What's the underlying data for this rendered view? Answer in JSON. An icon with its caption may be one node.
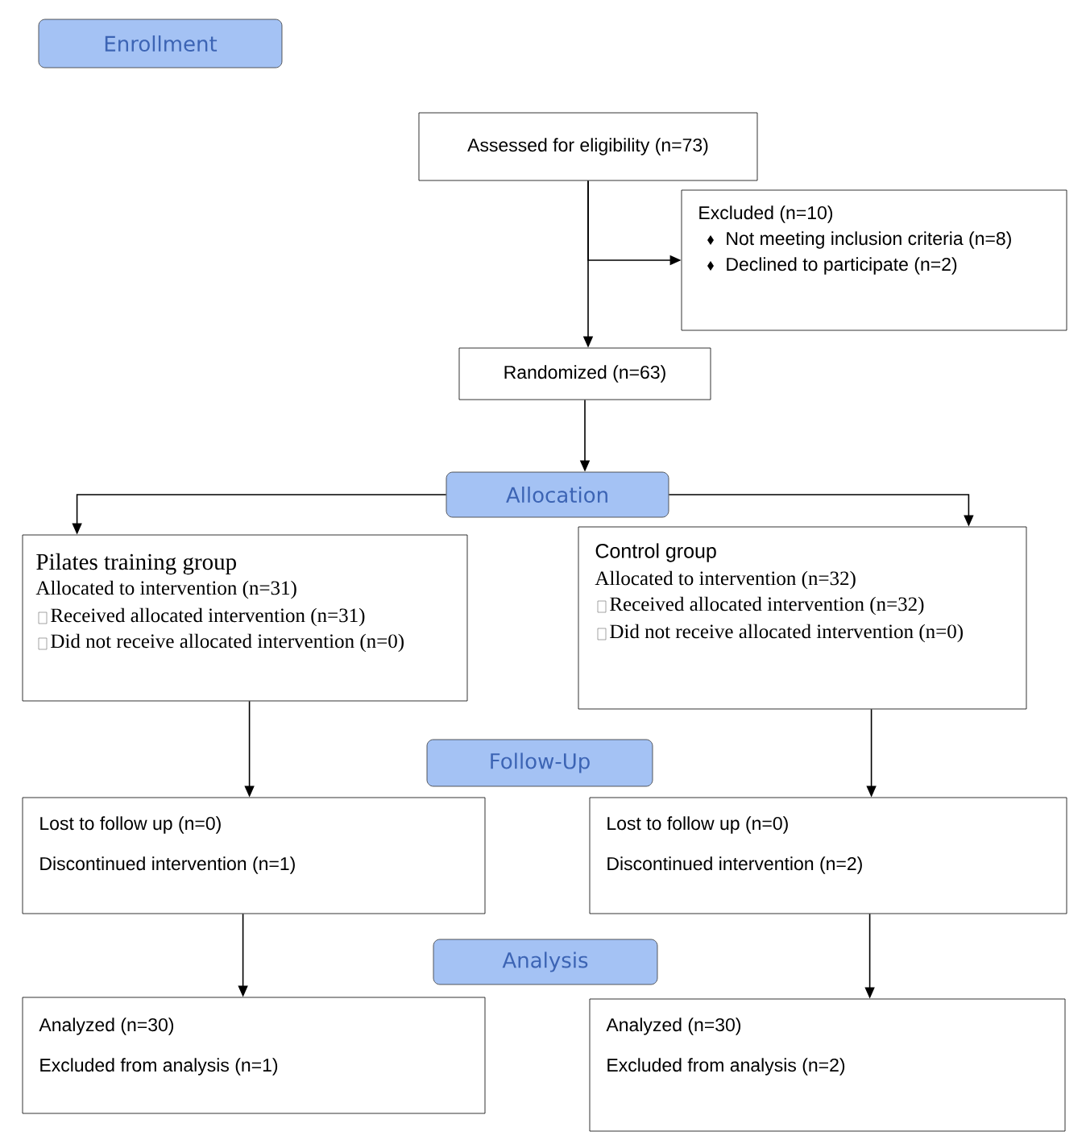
{
  "diagram": {
    "nodes": [
      {
        "text": [
          "Enrollment"
        ]
      },
      {
        "text": [
          "Assessed for eligibility (n=73)"
        ]
      },
      {
        "text": [
          "Excluded (n=10)",
          "Not meeting inclusion criteria (n=8)",
          "Declined to participate (n=2)"
        ]
      },
      {
        "text": [
          "Randomized (n=63)"
        ]
      },
      {
        "text": [
          "Allocation"
        ]
      },
      {
        "text": [
          "Pilates training group",
          "Allocated to intervention (n=31)",
          "Received allocated intervention (n=31)",
          "Did not receive allocated intervention (n=0)"
        ]
      },
      {
        "text": [
          "Control group",
          "Allocated to intervention (n=32)",
          "Received allocated intervention (n=32)",
          "Did not receive allocated intervention (n=0)"
        ]
      },
      {
        "text": [
          "Follow-Up"
        ]
      },
      {
        "text": [
          "Lost to follow up (n=0)",
          "Discontinued intervention (n=1)"
        ]
      },
      {
        "text": [
          "Lost to follow up (n=0)",
          "Discontinued intervention (n=2)"
        ]
      },
      {
        "text": [
          "Analysis"
        ]
      },
      {
        "text": [
          "Analyzed (n=30)",
          "Excluded from analysis (n=1)"
        ]
      },
      {
        "text": [
          "Analyzed (n=30)",
          "Excluded from analysis (n=2)"
        ]
      }
    ],
    "edges": [
      {
        "from": 1,
        "to": 3,
        "arrow": "to"
      },
      {
        "from": 1,
        "to": 2,
        "arrow": "to"
      },
      {
        "from": 3,
        "to": 4,
        "arrow": "to"
      },
      {
        "from": 4,
        "to": 5,
        "arrow": "to"
      },
      {
        "from": 4,
        "to": 6,
        "arrow": "to"
      },
      {
        "from": 5,
        "to": 8,
        "arrow": "to"
      },
      {
        "from": 6,
        "to": 9,
        "arrow": "to"
      },
      {
        "from": 8,
        "to": 11,
        "arrow": "to"
      },
      {
        "from": 9,
        "to": 12,
        "arrow": "to"
      }
    ]
  }
}
